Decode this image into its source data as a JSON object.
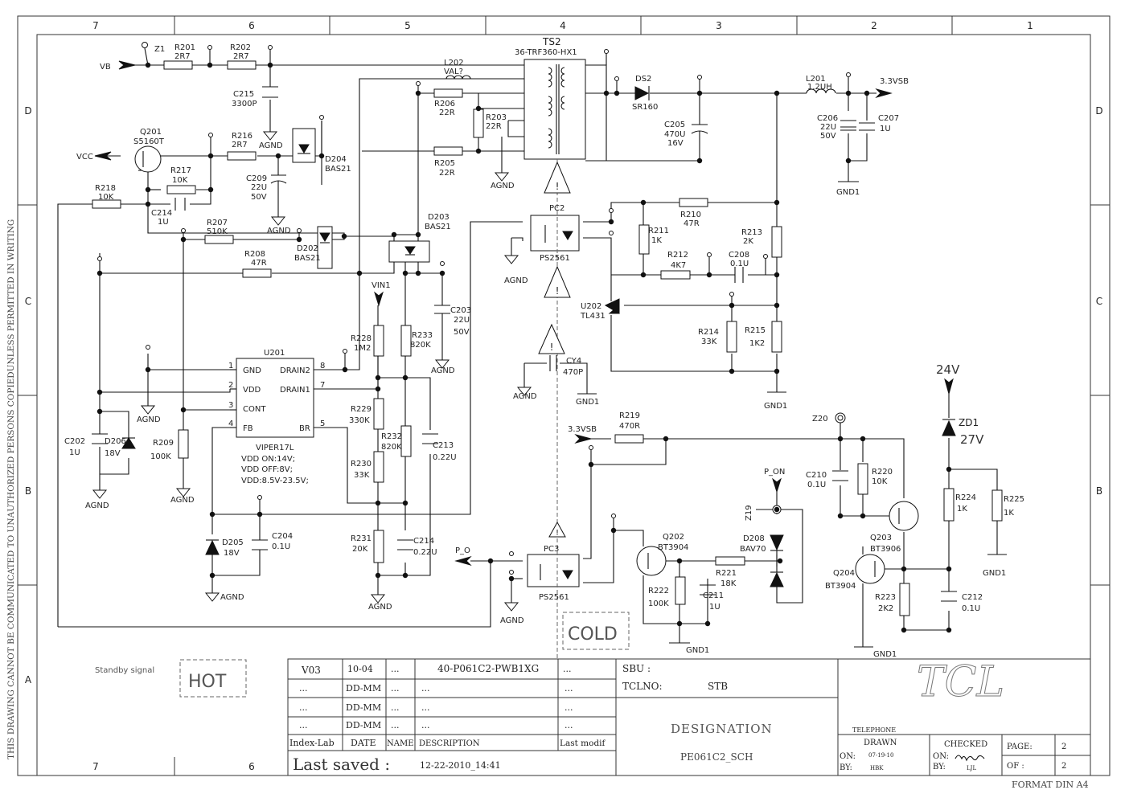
{
  "border": {
    "columns_top": [
      "7",
      "6",
      "5",
      "4",
      "3",
      "2",
      "1"
    ],
    "columns_bottom": [
      "7",
      "6"
    ],
    "rows_left": [
      "D",
      "C",
      "B",
      "A"
    ],
    "rows_right": [
      "D",
      "C",
      "B"
    ],
    "side_text": "THIS DRAWING CANNOT BE COMMUNICATED TO UNAUTHORIZED PERSONS COPIEDUNLESS  PERMITTED IN WRITING"
  },
  "nets": {
    "vb": "VB",
    "vcc": "VCC",
    "vsb_out": "3.3VSB",
    "vsb_in": "3.3VSB",
    "vin1": "VIN1",
    "p_o": "P_O",
    "p_on": "P_ON",
    "v24": "24V"
  },
  "grounds": {
    "agnd": "AGND",
    "gnd1": "GND1"
  },
  "components": {
    "z1": "Z1",
    "r201": [
      "R201",
      "2R7"
    ],
    "r202": [
      "R202",
      "2R7"
    ],
    "c215": [
      "C215",
      "3300P"
    ],
    "q201": [
      "Q201",
      "S5160T"
    ],
    "r216": [
      "R216",
      "2R7"
    ],
    "r217": [
      "R217",
      "10K"
    ],
    "r218": [
      "R218",
      "10K"
    ],
    "c214a": [
      "C214",
      "1U"
    ],
    "c209": [
      "C209",
      "22U",
      "50V"
    ],
    "d204": [
      "D204",
      "BAS21"
    ],
    "r207": [
      "R207",
      "510K"
    ],
    "r208": [
      "R208",
      "47R"
    ],
    "d202": [
      "D202",
      "BAS21"
    ],
    "d203": [
      "D203",
      "BAS21"
    ],
    "c203": [
      "C203",
      "22U",
      "50V"
    ],
    "l202": [
      "L202",
      "VAL?"
    ],
    "r206": [
      "R206",
      "22R"
    ],
    "r203": [
      "R203",
      "22R"
    ],
    "r205": [
      "R205",
      "22R"
    ],
    "ts2": [
      "TS2",
      "36-TRF360-HX1"
    ],
    "ds2": [
      "DS2",
      "SR160"
    ],
    "c205": [
      "C205",
      "470U",
      "16V"
    ],
    "l201": [
      "L201",
      "1.2UH"
    ],
    "c206": [
      "C206",
      "22U",
      "50V"
    ],
    "c207": [
      "C207",
      "1U"
    ],
    "pc2": [
      "PC2",
      "PS2561"
    ],
    "r211": [
      "R211",
      "1K"
    ],
    "r210": [
      "R210",
      "47R"
    ],
    "r212": [
      "R212",
      "4K7"
    ],
    "c208": [
      "C208",
      "0.1U"
    ],
    "r213": [
      "R213",
      "2K"
    ],
    "u202": [
      "U202",
      "TL431"
    ],
    "r214": [
      "R214",
      "33K"
    ],
    "r215": [
      "R215",
      "1K2"
    ],
    "cy4": [
      "CY4",
      "470P"
    ],
    "u201": [
      "U201",
      "VIPER17L"
    ],
    "u201_pins": [
      "GND",
      "VDD",
      "CONT",
      "FB",
      "DRAIN2",
      "DRAIN1",
      "BR"
    ],
    "u201_pin_numbers": [
      "1",
      "2",
      "3",
      "4",
      "8",
      "7",
      "5"
    ],
    "u201_notes": [
      "VDD ON:14V;",
      "VDD OFF:8V;",
      "VDD:8.5V-23.5V;"
    ],
    "r228": [
      "R228",
      "1M2"
    ],
    "r233": [
      "R233",
      "820K"
    ],
    "r229": [
      "R229",
      "330K"
    ],
    "r232": [
      "R232",
      "820K"
    ],
    "c213": [
      "C213",
      "0.22U"
    ],
    "r230": [
      "R230",
      "33K"
    ],
    "r231": [
      "R231",
      "20K"
    ],
    "c214b": [
      "C214",
      "0.22U"
    ],
    "c202": [
      "C202",
      "1U"
    ],
    "d206": [
      "D206",
      "18V"
    ],
    "r209": [
      "R209",
      "100K"
    ],
    "d205": [
      "D205",
      "18V"
    ],
    "c204": [
      "C204",
      "0.1U"
    ],
    "r219": [
      "R219",
      "470R"
    ],
    "pc3": [
      "PC3",
      "PS2561"
    ],
    "q202": [
      "Q202",
      "BT3904"
    ],
    "r221": [
      "R221",
      "18K"
    ],
    "r222": [
      "R222",
      "100K"
    ],
    "c211": [
      "C211",
      "1U"
    ],
    "z19": "Z19",
    "d208": [
      "D208",
      "BAV70"
    ],
    "z20": "Z20",
    "c210": [
      "C210",
      "0.1U"
    ],
    "r220": [
      "R220",
      "10K"
    ],
    "q203": [
      "Q203",
      "BT3906"
    ],
    "q204": [
      "Q204",
      "BT3904"
    ],
    "r223": [
      "R223",
      "2K2"
    ],
    "zd1": [
      "ZD1",
      "27V"
    ],
    "r224": [
      "R224",
      "1K"
    ],
    "r225": [
      "R225",
      "1K"
    ],
    "c212": [
      "C212",
      "0.1U"
    ]
  },
  "labels": {
    "standby": "Standby signal",
    "hot": "HOT",
    "cold": "COLD"
  },
  "title_block": {
    "rows": [
      [
        "V03",
        "10-04",
        "...",
        "40-P061C2-PWB1XG",
        "..."
      ],
      [
        "...",
        "DD-MM",
        "...",
        "...",
        "..."
      ],
      [
        "...",
        "DD-MM",
        "...",
        "...",
        "..."
      ],
      [
        "...",
        "DD-MM",
        "...",
        "...",
        "..."
      ]
    ],
    "headers": [
      "Index-Lab",
      "DATE",
      "NAME",
      "DESCRIPTION",
      "Last modif"
    ],
    "last_saved_label": "Last saved :",
    "last_saved_value": "12-22-2010_14:41",
    "sbu": "SBU :",
    "tclno_label": "TCLNO:",
    "tclno_value": "STB",
    "designation_label": "DESIGNATION",
    "designation_value": "PE061C2_SCH",
    "logo": "TCL",
    "telephone": "TELEPHONE",
    "drawn": "DRAWN",
    "checked": "CHECKED",
    "on_label": "ON:",
    "by_label": "BY:",
    "drawn_on": "07-19-10",
    "drawn_by": "HBK",
    "checked_by": "LJL",
    "page_label": "PAGE:",
    "page_value": "2",
    "of_label": "OF :",
    "of_value": "2",
    "format": "FORMAT DIN A4"
  }
}
